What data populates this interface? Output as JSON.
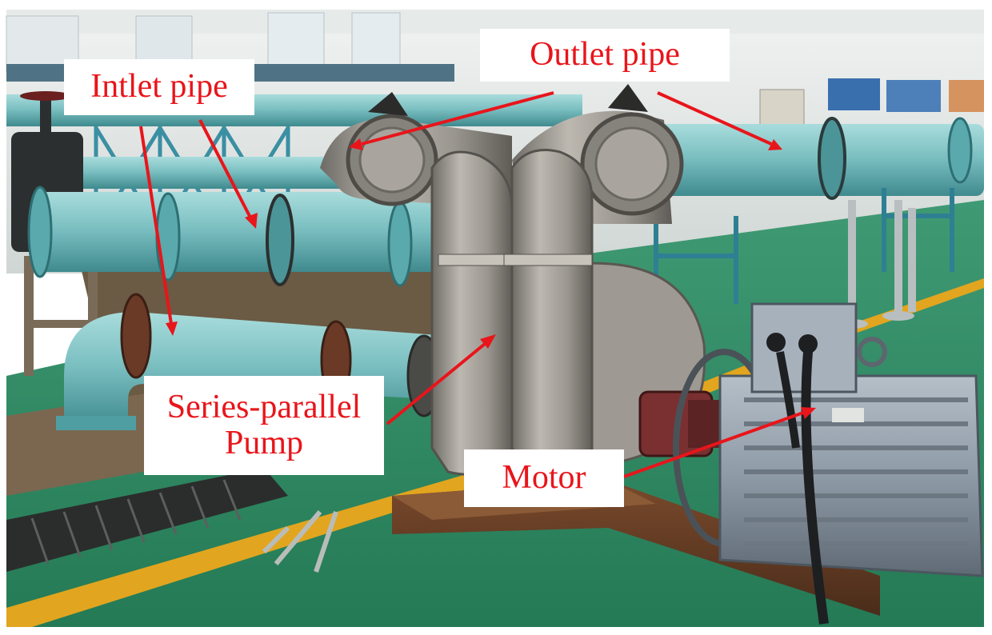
{
  "labels": {
    "inlet": "Intlet pipe",
    "outlet": "Outlet pipe",
    "pump_line1": "Series-parallel",
    "pump_line2": "Pump",
    "motor": "Motor"
  },
  "colors": {
    "label_text": "#e8151b",
    "arrow": "#e8151b",
    "label_background": "#ffffff",
    "pipe": "#7fc3c4",
    "pump_metal": "#9b9891",
    "floor": "#2f8f67",
    "motor_body": "#9aa6b2"
  }
}
